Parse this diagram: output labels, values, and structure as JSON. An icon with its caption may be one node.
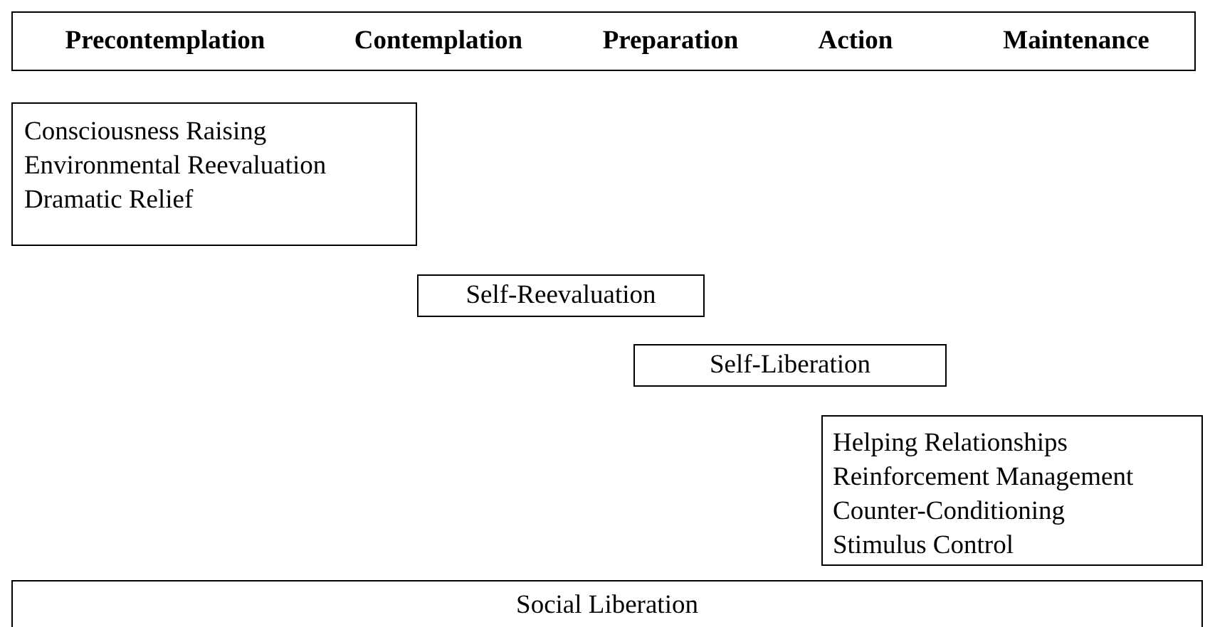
{
  "diagram": {
    "nodes": [
      {
        "text": [
          "Precontemplation",
          "Contemplation",
          "Preparation",
          "Action",
          "Maintenance"
        ]
      },
      {
        "text": [
          "Consciousness Raising",
          "Environmental Reevaluation",
          "Dramatic Relief"
        ]
      },
      {
        "text": [
          "Self-Reevaluation"
        ]
      },
      {
        "text": [
          "Self-Liberation"
        ]
      },
      {
        "text": [
          "Helping Relationships",
          "Reinforcement Management",
          "Counter-Conditioning",
          "Stimulus Control"
        ]
      },
      {
        "text": [
          "Social Liberation"
        ]
      }
    ],
    "edges": []
  }
}
